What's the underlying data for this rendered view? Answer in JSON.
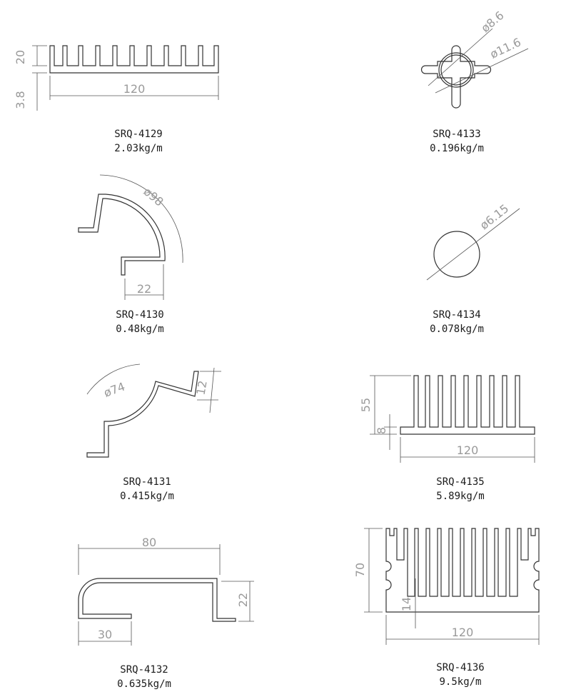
{
  "profiles": [
    {
      "code": "SRQ-4129",
      "weight": "2.03kg/m",
      "dims": {
        "width": "120",
        "height": "20",
        "base": "3.8"
      }
    },
    {
      "code": "SRQ-4133",
      "weight": "0.196kg/m",
      "dims": {
        "inner": "ø8.6",
        "outer": "ø11.6"
      }
    },
    {
      "code": "SRQ-4130",
      "weight": "0.48kg/m",
      "dims": {
        "radius": "ø98",
        "width": "22"
      }
    },
    {
      "code": "SRQ-4134",
      "weight": "0.078kg/m",
      "dims": {
        "diameter": "ø6.15"
      }
    },
    {
      "code": "SRQ-4131",
      "weight": "0.415kg/m",
      "dims": {
        "radius": "ø74",
        "height": "12"
      }
    },
    {
      "code": "SRQ-4135",
      "weight": "5.89kg/m",
      "dims": {
        "height": "55",
        "base": "8",
        "width": "120"
      }
    },
    {
      "code": "SRQ-4132",
      "weight": "0.635kg/m",
      "dims": {
        "width": "80",
        "height": "22",
        "lip": "30"
      }
    },
    {
      "code": "SRQ-4136",
      "weight": "9.5kg/m",
      "dims": {
        "height": "70",
        "base": "14",
        "width": "120"
      }
    }
  ]
}
